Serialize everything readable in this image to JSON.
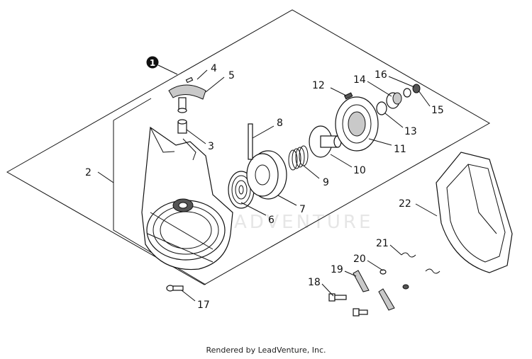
{
  "assembly_marker": "1",
  "callouts": [
    "2",
    "3",
    "4",
    "5",
    "6",
    "7",
    "8",
    "9",
    "10",
    "11",
    "12",
    "13",
    "14",
    "15",
    "16",
    "17",
    "18",
    "19",
    "20",
    "21",
    "22"
  ],
  "watermark": "ADVENTURE",
  "footer": "Rendered by LeadVenture, Inc."
}
